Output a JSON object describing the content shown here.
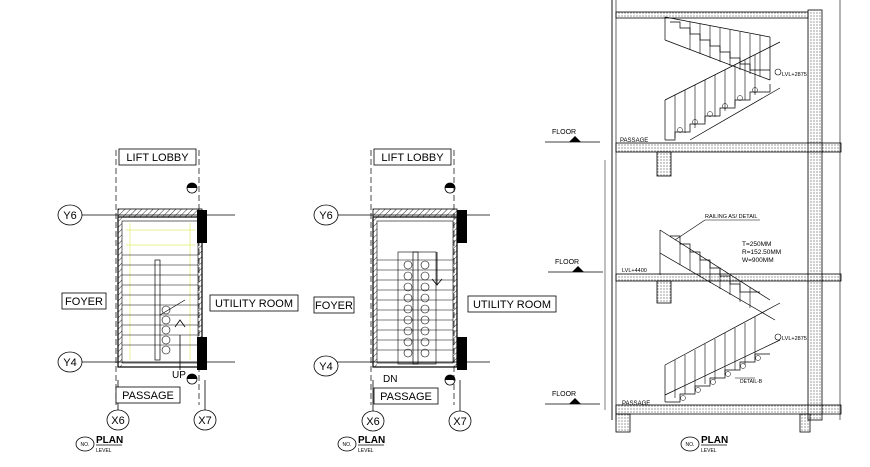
{
  "colors": {
    "ink": "#000000",
    "accent": "#e8f08a",
    "paper": "#ffffff"
  },
  "plan_left": {
    "lift_lobby": "LIFT LOBBY",
    "foyer": "FOYER",
    "utility_room": "UTILITY ROOM",
    "passage": "PASSAGE",
    "grid_y6": "Y6",
    "grid_y4": "Y4",
    "grid_x6": "X6",
    "grid_x7": "X7",
    "stair_dir": "UP",
    "title_no": "NO.",
    "title": "PLAN",
    "title_sub": "LEVEL"
  },
  "plan_right": {
    "lift_lobby": "LIFT LOBBY",
    "foyer": "FOYER",
    "utility_room": "UTILITY ROOM",
    "passage": "PASSAGE",
    "grid_y6": "Y6",
    "grid_y4": "Y4",
    "grid_x6": "X6",
    "grid_x7": "X7",
    "stair_dir": "DN",
    "title_no": "NO.",
    "title": "PLAN",
    "title_sub": "LEVEL"
  },
  "section": {
    "floor_label_1": "FLOOR",
    "floor_label_2": "FLOOR",
    "floor_label_3": "FLOOR",
    "passage_top": "PASSAGE",
    "passage_bottom": "PASSAGE",
    "lvl_top": "LVL+2875",
    "lvl_mid": "LVL+4400",
    "lvl_bottom": "LVL+2875",
    "railing": "RAILING AS/ DETAIL",
    "spec_t": "T=250MM",
    "spec_r": "R=152.50MM",
    "spec_w": "W=900MM",
    "detail": "DETAIL-B",
    "title_no": "NO.",
    "title": "PLAN",
    "title_sub": "LEVEL"
  }
}
